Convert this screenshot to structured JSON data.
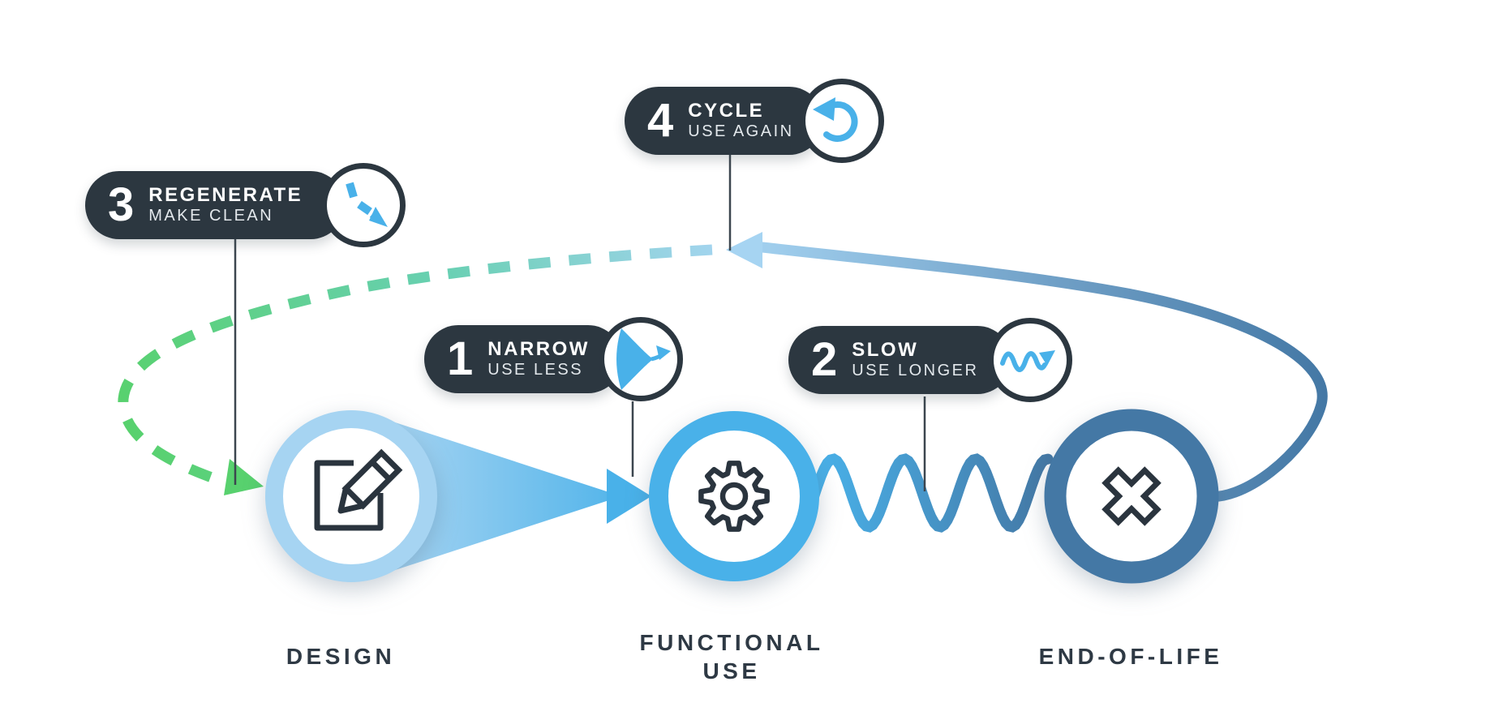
{
  "strategies": [
    {
      "number": "1",
      "title": "NARROW",
      "subtitle": "USE LESS",
      "icon": "narrow-funnel-arrow-icon"
    },
    {
      "number": "2",
      "title": "SLOW",
      "subtitle": "USE LONGER",
      "icon": "wavy-arrow-icon"
    },
    {
      "number": "3",
      "title": "REGENERATE",
      "subtitle": "MAKE CLEAN",
      "icon": "dashed-curve-arrow-icon"
    },
    {
      "number": "4",
      "title": "CYCLE",
      "subtitle": "USE AGAIN",
      "icon": "loop-back-arrow-icon"
    }
  ],
  "nodes": [
    {
      "id": "design",
      "lines": [
        "DESIGN"
      ],
      "icon": "edit-pencil-icon"
    },
    {
      "id": "functional-use",
      "lines": [
        "FUNCTIONAL",
        "USE"
      ],
      "icon": "gear-icon"
    },
    {
      "id": "end-of-life",
      "lines": [
        "END-OF-LIFE"
      ],
      "icon": "x-cross-icon"
    }
  ],
  "colors": {
    "dark": "#2c3740",
    "icon": "#2a343e",
    "text": "#2e3944",
    "line": "#3c464f",
    "bright_blue": "#49b1e9",
    "light_blue": "#a6d4f2",
    "medium_blue": "#6f9fc6",
    "steel_blue": "#4478a5",
    "teal": "#68d0b2",
    "green": "#58d16e",
    "background": "#ffffff"
  }
}
